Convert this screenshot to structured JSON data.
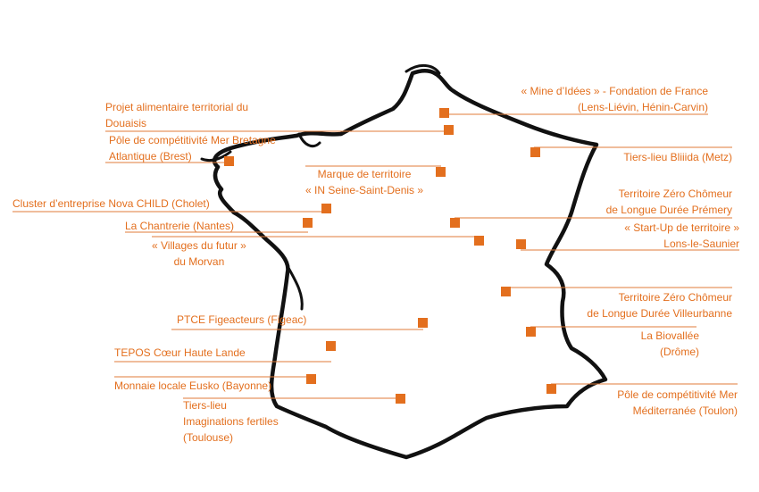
{
  "colors": {
    "accent": "#e36f1e",
    "outline": "#111111"
  },
  "labels": {
    "douaisis": [
      "Projet alimentaire territorial du",
      "Douaisis"
    ],
    "brest": [
      "Pôle de compétitivité Mer Bretagne",
      "Atlantique (Brest)"
    ],
    "seine": [
      "Marque de territoire",
      "« IN Seine-Saint-Denis »"
    ],
    "cholet": [
      "Cluster d’entreprise Nova CHILD (Cholet)"
    ],
    "nantes": [
      "La Chantrerie (Nantes)"
    ],
    "morvan": [
      "« Villages du futur »",
      "du Morvan"
    ],
    "figeac": [
      "PTCE Figeacteurs (Figeac)"
    ],
    "tepos": [
      "TEPOS Cœur Haute Lande"
    ],
    "bayonne": [
      "Monnaie locale Eusko (Bayonne)"
    ],
    "toulouse": [
      "Tiers-lieu",
      "Imaginations fertiles",
      "(Toulouse)"
    ],
    "lens": [
      "« Mine d’Idées » - Fondation de France",
      "(Lens-Liévin, Hénin-Carvin)"
    ],
    "metz": [
      "Tiers-lieu Bliiida (Metz)"
    ],
    "premery": [
      "Territoire Zéro Chômeur",
      "de Longue Durée Prémery"
    ],
    "lons": [
      "« Start-Up de territoire »",
      "Lons-le-Saunier"
    ],
    "villeurbanne": [
      "Territoire Zéro Chômeur",
      "de Longue Durée Villeurbanne"
    ],
    "biovallee": [
      "La Biovallée",
      "(Drôme)"
    ],
    "toulon": [
      "Pôle de compétitivité Mer",
      "Méditerranée (Toulon)"
    ]
  }
}
